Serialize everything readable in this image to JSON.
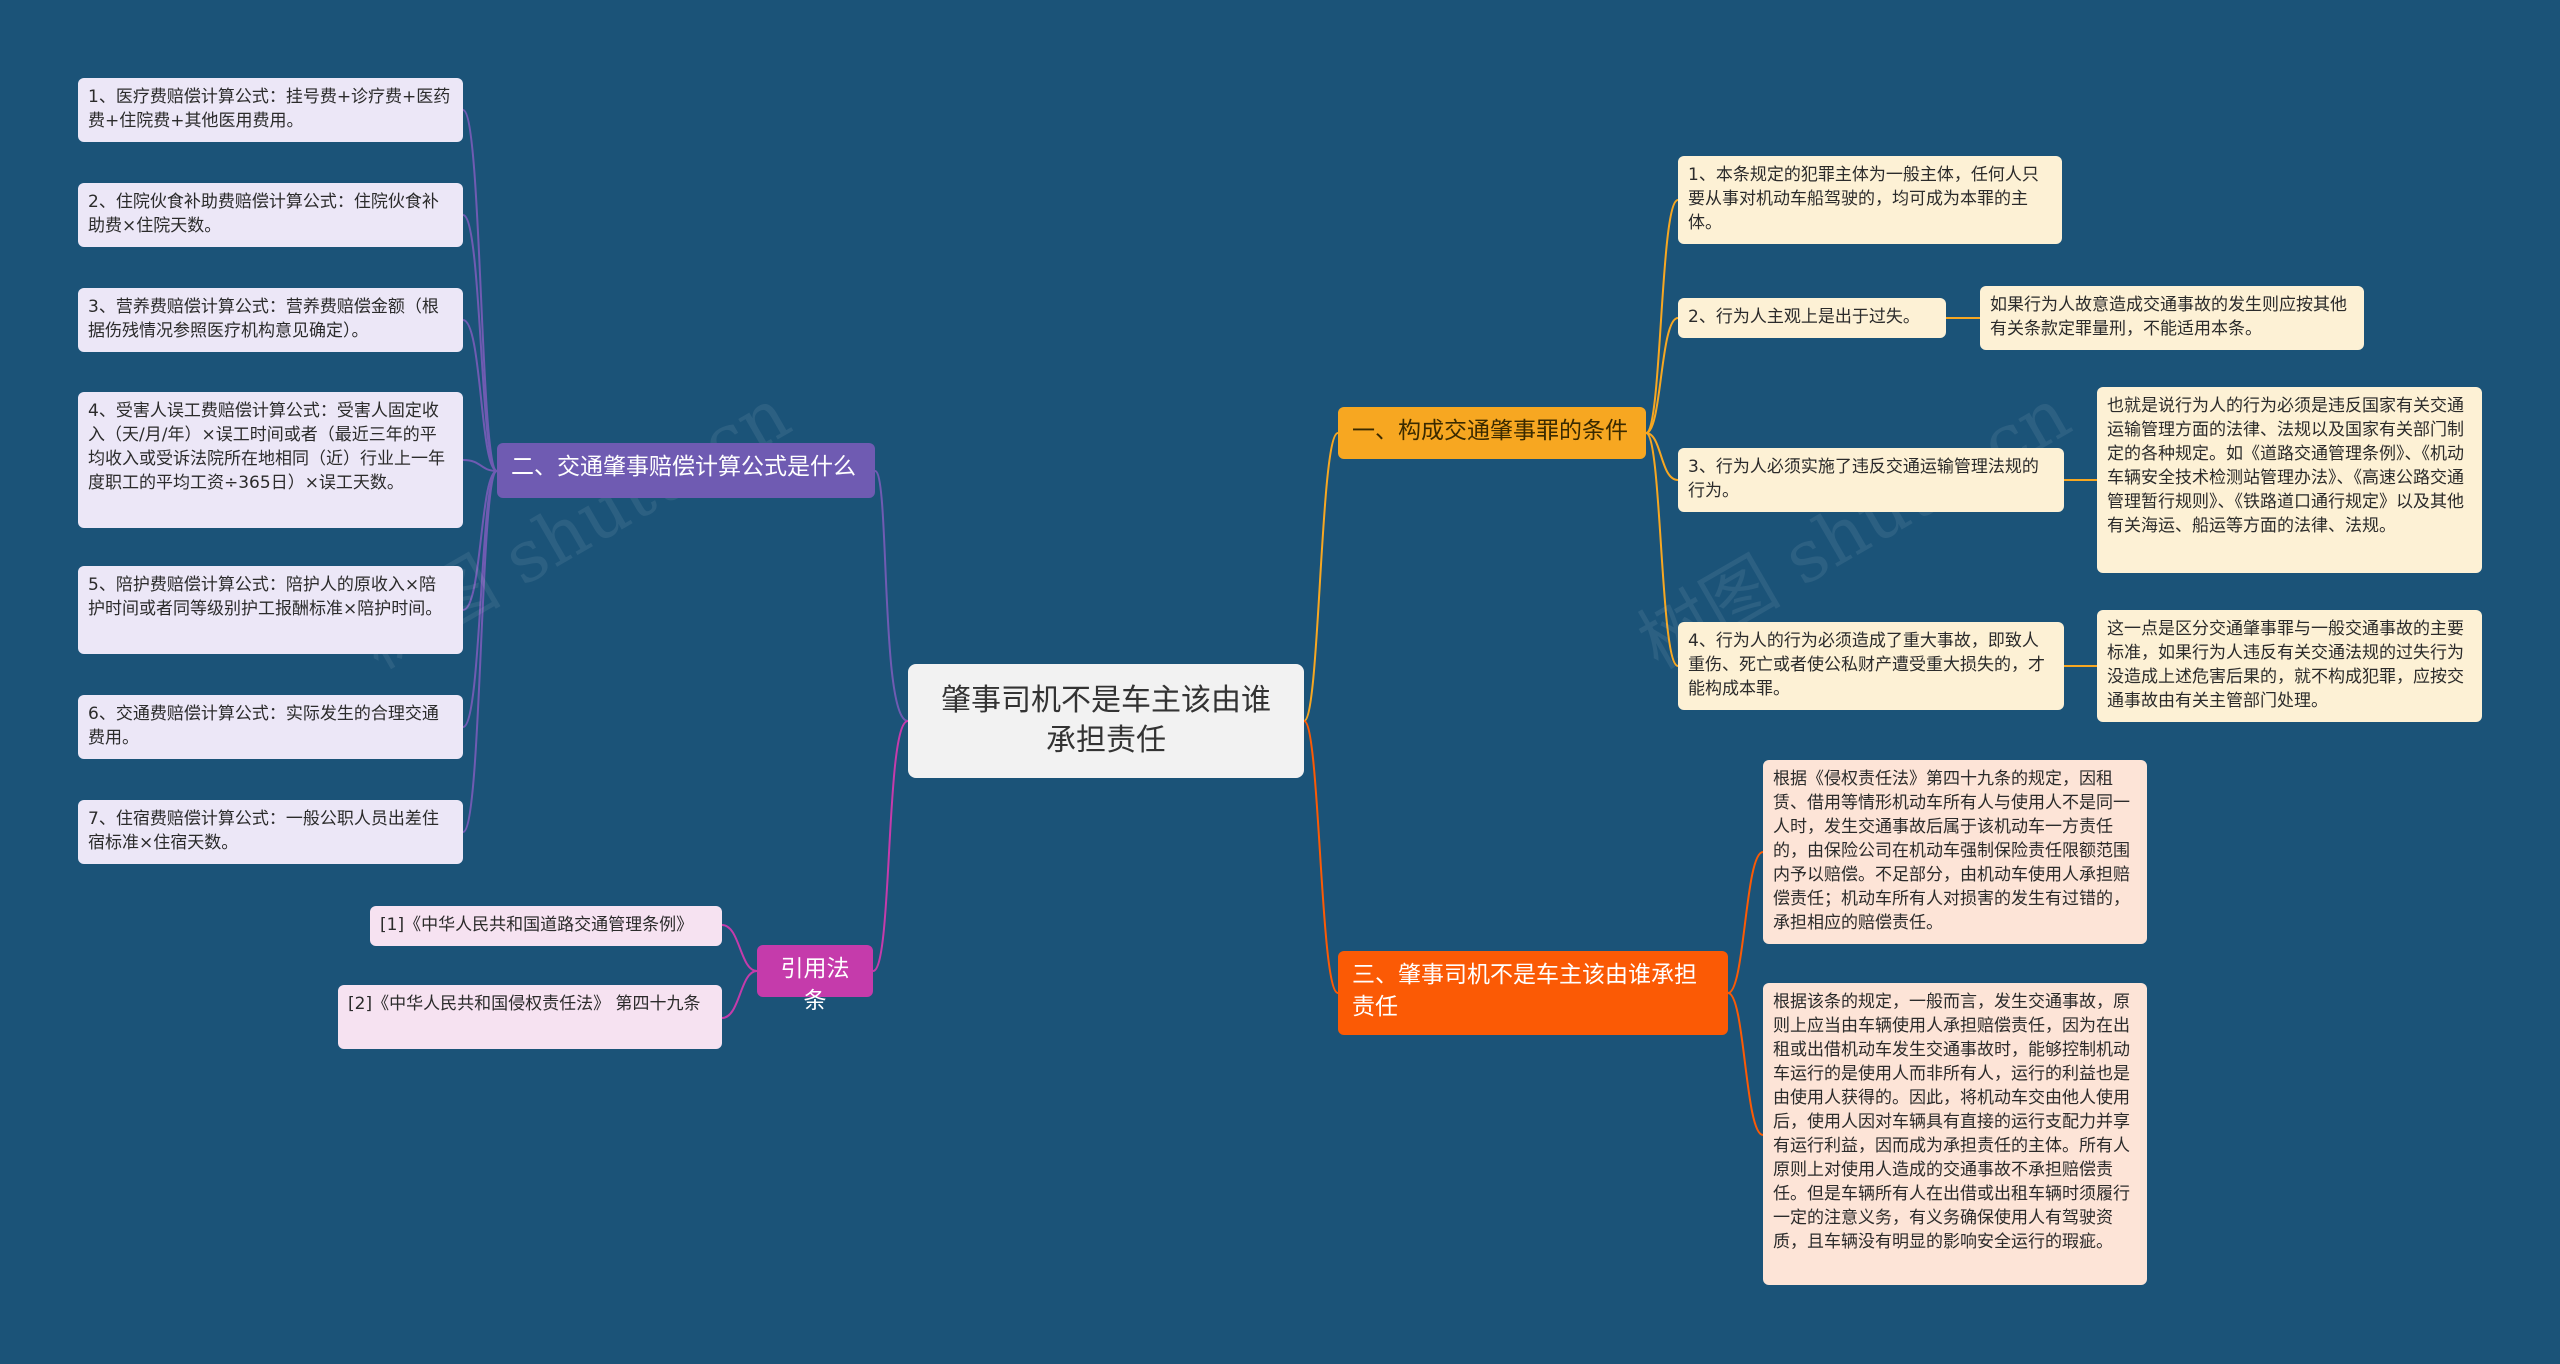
{
  "root": {
    "title": "肇事司机不是车主该由谁承担责任"
  },
  "left_branch": {
    "title": "二、交通肇事赔偿计算公式是什么",
    "color": "#6f5bb2",
    "items": [
      "1、医疗费赔偿计算公式：挂号费+诊疗费+医药费+住院费+其他医用费用。",
      "2、住院伙食补助费赔偿计算公式：住院伙食补助费×住院天数。",
      "3、营养费赔偿计算公式：营养费赔偿金额（根据伤残情况参照医疗机构意见确定）。",
      "4、受害人误工费赔偿计算公式：受害人固定收入（天/月/年）×误工时间或者（最近三年的平均收入或受诉法院所在地相同（近）行业上一年度职工的平均工资÷365日）×误工天数。",
      "5、陪护费赔偿计算公式：陪护人的原收入×陪护时间或者同等级别护工报酬标准×陪护时间。",
      "6、交通费赔偿计算公式：实际发生的合理交通费用。",
      "7、住宿费赔偿计算公式：一般公职人员出差住宿标准×住宿天数。"
    ]
  },
  "cite_branch": {
    "title": "引用法条",
    "color": "#c53bab",
    "items": [
      "[1]《中华人民共和国道路交通管理条例》",
      "[2]《中华人民共和国侵权责任法》 第四十九条"
    ]
  },
  "right_branch_1": {
    "title": "一、构成交通肇事罪的条件",
    "color": "#f7a721",
    "items": [
      "1、本条规定的犯罪主体为一般主体，任何人只要从事对机动车船驾驶的，均可成为本罪的主体。",
      "2、行为人主观上是出于过失。",
      "3、行为人必须实施了违反交通运输管理法规的行为。",
      "4、行为人的行为必须造成了重大事故，即致人重伤、死亡或者使公私财产遭受重大损失的，才能构成本罪。"
    ],
    "sub_items": [
      "如果行为人故意造成交通事故的发生则应按其他有关条款定罪量刑，不能适用本条。",
      "也就是说行为人的行为必须是违反国家有关交通运输管理方面的法律、法规以及国家有关部门制定的各种规定。如《道路交通管理条例》、《机动车辆安全技术检测站管理办法》、《高速公路交通管理暂行规则》、《铁路道口通行规定》以及其他有关海运、船运等方面的法律、法规。",
      "这一点是区分交通肇事罪与一般交通事故的主要标准，如果行为人违反有关交通法规的过失行为没造成上述危害后果的，就不构成犯罪，应按交通事故由有关主管部门处理。"
    ]
  },
  "right_branch_3": {
    "title": "三、肇事司机不是车主该由谁承担责任",
    "color": "#fb5a05",
    "items": [
      "根据《侵权责任法》第四十九条的规定，因租赁、借用等情形机动车所有人与使用人不是同一人时，发生交通事故后属于该机动车一方责任的，由保险公司在机动车强制保险责任限额范围内予以赔偿。不足部分，由机动车使用人承担赔偿责任；机动车所有人对损害的发生有过错的，承担相应的赔偿责任。",
      "根据该条的规定，一般而言，发生交通事故，原则上应当由车辆使用人承担赔偿责任，因为在出租或出借机动车发生交通事故时，能够控制机动车运行的是使用人而非所有人，运行的利益也是由使用人获得的。因此，将机动车交由他人使用后，使用人因对车辆具有直接的运行支配力并享有运行利益，因而成为承担责任的主体。所有人原则上对使用人造成的交通事故不承担赔偿责任。但是车辆所有人在出借或出租车辆时须履行一定的注意义务，有义务确保使用人有驾驶资质，且车辆没有明显的影响安全运行的瑕疵。"
    ]
  },
  "watermark": "树图 shutu.cn"
}
